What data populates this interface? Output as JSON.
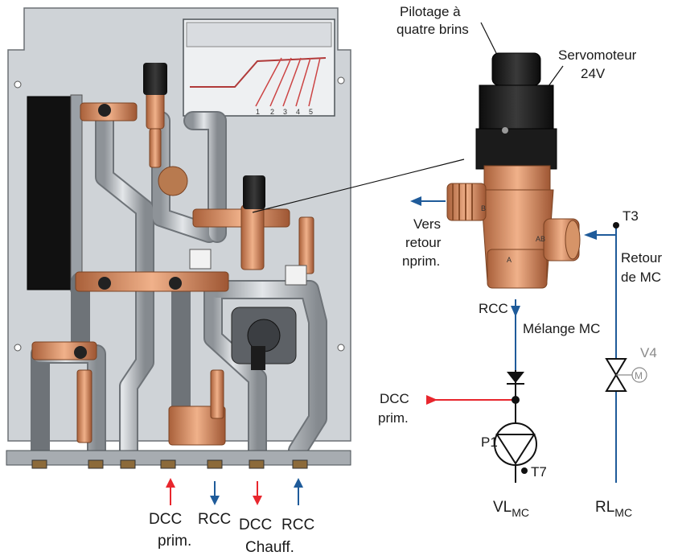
{
  "colors": {
    "blue": "#1f5b9a",
    "red": "#e8262d",
    "black": "#111111",
    "gray": "#8a8a8a",
    "copper": "#c9835a",
    "pipe": "#b8bcc1",
    "plate": "#c9cdd1"
  },
  "labels": {
    "pilotage_l1": "Pilotage à",
    "pilotage_l2": "quatre brins",
    "servo_l1": "Servomoteur",
    "servo_l2": "24V",
    "vers_l1": "Vers",
    "vers_l2": "retour",
    "vers_l3": "nprim.",
    "t3": "T3",
    "retour_l1": "Retour",
    "retour_l2": "de MC",
    "rcc_valve": "RCC",
    "melange": "Mélange MC",
    "v4": "V4",
    "motor": "M",
    "dcc_l1": "DCC",
    "dcc_l2": "prim.",
    "p1": "P1",
    "t7": "T7",
    "vl_main": "VL",
    "vl_sub": "MC",
    "rl_main": "RL",
    "rl_sub": "MC",
    "valve_b": "B",
    "valve_a": "A",
    "valve_ab": "AB"
  },
  "bottom_labels": {
    "dcc1": "DCC",
    "prim": "prim.",
    "rcc1": "RCC",
    "dcc2": "DCC",
    "rcc2": "RCC",
    "chauff": "Chauff."
  },
  "gauge_numbers": [
    "1",
    "2",
    "3",
    "4",
    "5"
  ]
}
